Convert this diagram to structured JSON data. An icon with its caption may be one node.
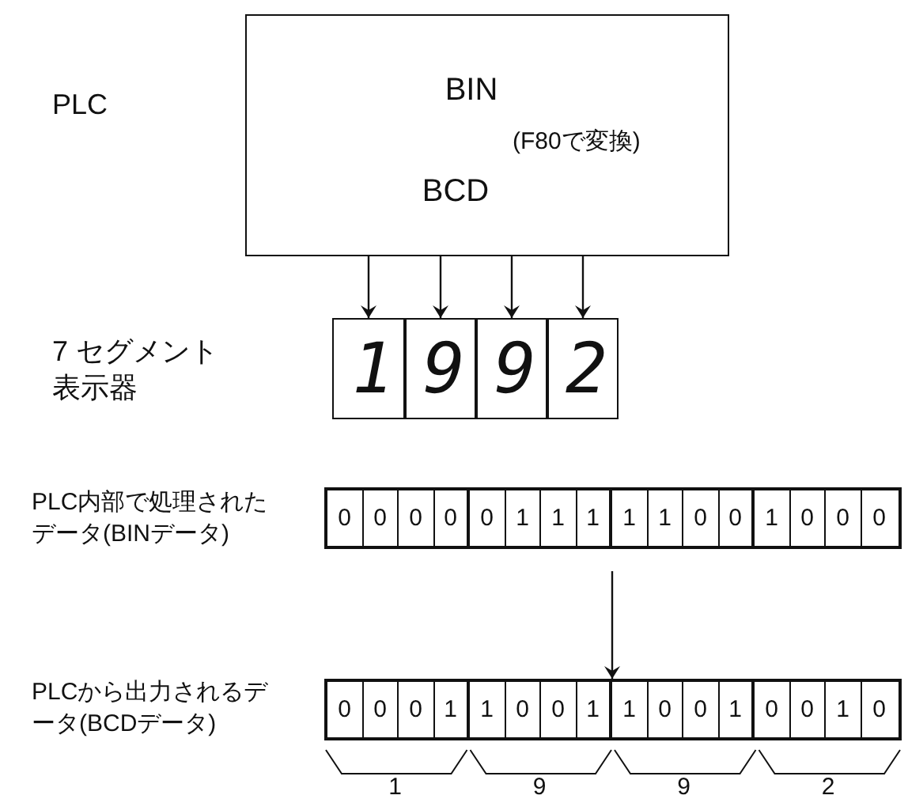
{
  "diagram": {
    "nodes": [
      {
        "text": [
          "BIN",
          "(F80で変換)",
          "BCD"
        ]
      },
      {
        "text": [
          "1"
        ]
      },
      {
        "text": [
          "9"
        ]
      },
      {
        "text": [
          "9"
        ]
      },
      {
        "text": [
          "2"
        ]
      },
      {
        "text": [
          "0",
          "0",
          "0",
          "0",
          "0",
          "1",
          "1",
          "1",
          "1",
          "1",
          "0",
          "0",
          "1",
          "0",
          "0",
          "0"
        ]
      },
      {
        "text": [
          "0",
          "0",
          "0",
          "1",
          "1",
          "0",
          "0",
          "1",
          "1",
          "0",
          "0",
          "1",
          "0",
          "0",
          "1",
          "0"
        ]
      }
    ],
    "edges": [
      {
        "from": 0,
        "to": 1,
        "arrow": "to"
      },
      {
        "from": 0,
        "to": 2,
        "arrow": "to"
      },
      {
        "from": 0,
        "to": 3,
        "arrow": "to"
      },
      {
        "from": 0,
        "to": 4,
        "arrow": "to"
      },
      {
        "from": 5,
        "to": 6,
        "arrow": "to"
      }
    ],
    "labels": [
      "PLC",
      "7 セグメント表示器",
      "PLC内部で処理されたデータ(BINデータ)",
      "PLCから出力されるデータ(BCDデータ)",
      "1",
      "9",
      "9",
      "2"
    ]
  }
}
